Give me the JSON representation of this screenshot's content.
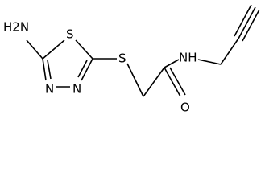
{
  "molecule": {
    "amine_label": "H2N",
    "ring_sulfur_label": "S",
    "ring_n1_label": "N",
    "ring_n2_label": "N",
    "thioether_sulfur_label": "S",
    "amide_nh_label": "NH",
    "carbonyl_oxygen_label": "O"
  }
}
